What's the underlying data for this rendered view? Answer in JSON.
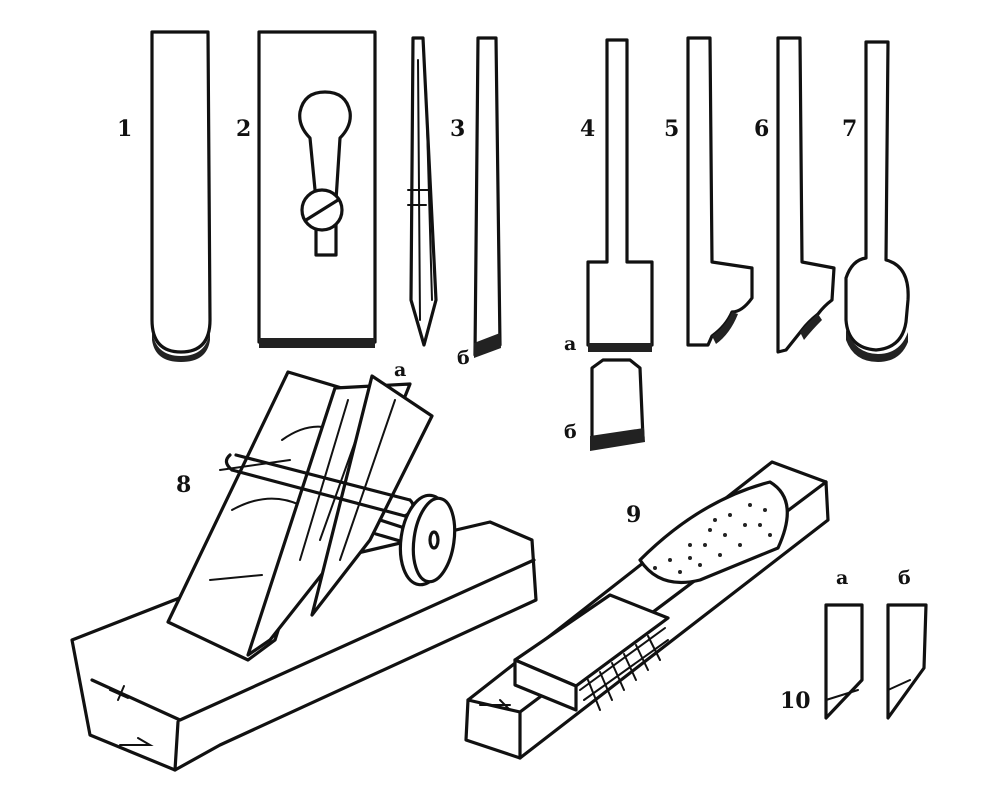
{
  "figure": {
    "labels": [
      {
        "key": "n1",
        "text": "1"
      },
      {
        "key": "n2",
        "text": "2"
      },
      {
        "key": "n3",
        "text": "3"
      },
      {
        "key": "n4",
        "text": "4"
      },
      {
        "key": "n5",
        "text": "5"
      },
      {
        "key": "n6",
        "text": "6"
      },
      {
        "key": "n7",
        "text": "7"
      },
      {
        "key": "n8",
        "text": "8"
      },
      {
        "key": "n9",
        "text": "9"
      },
      {
        "key": "n10",
        "text": "10"
      }
    ],
    "sublabels": {
      "a3": "а",
      "b3": "б",
      "a4": "а",
      "b4": "б",
      "a10": "а",
      "b10": "б"
    }
  },
  "colors": {
    "ink": "#111111",
    "paper": "#ffffff"
  }
}
